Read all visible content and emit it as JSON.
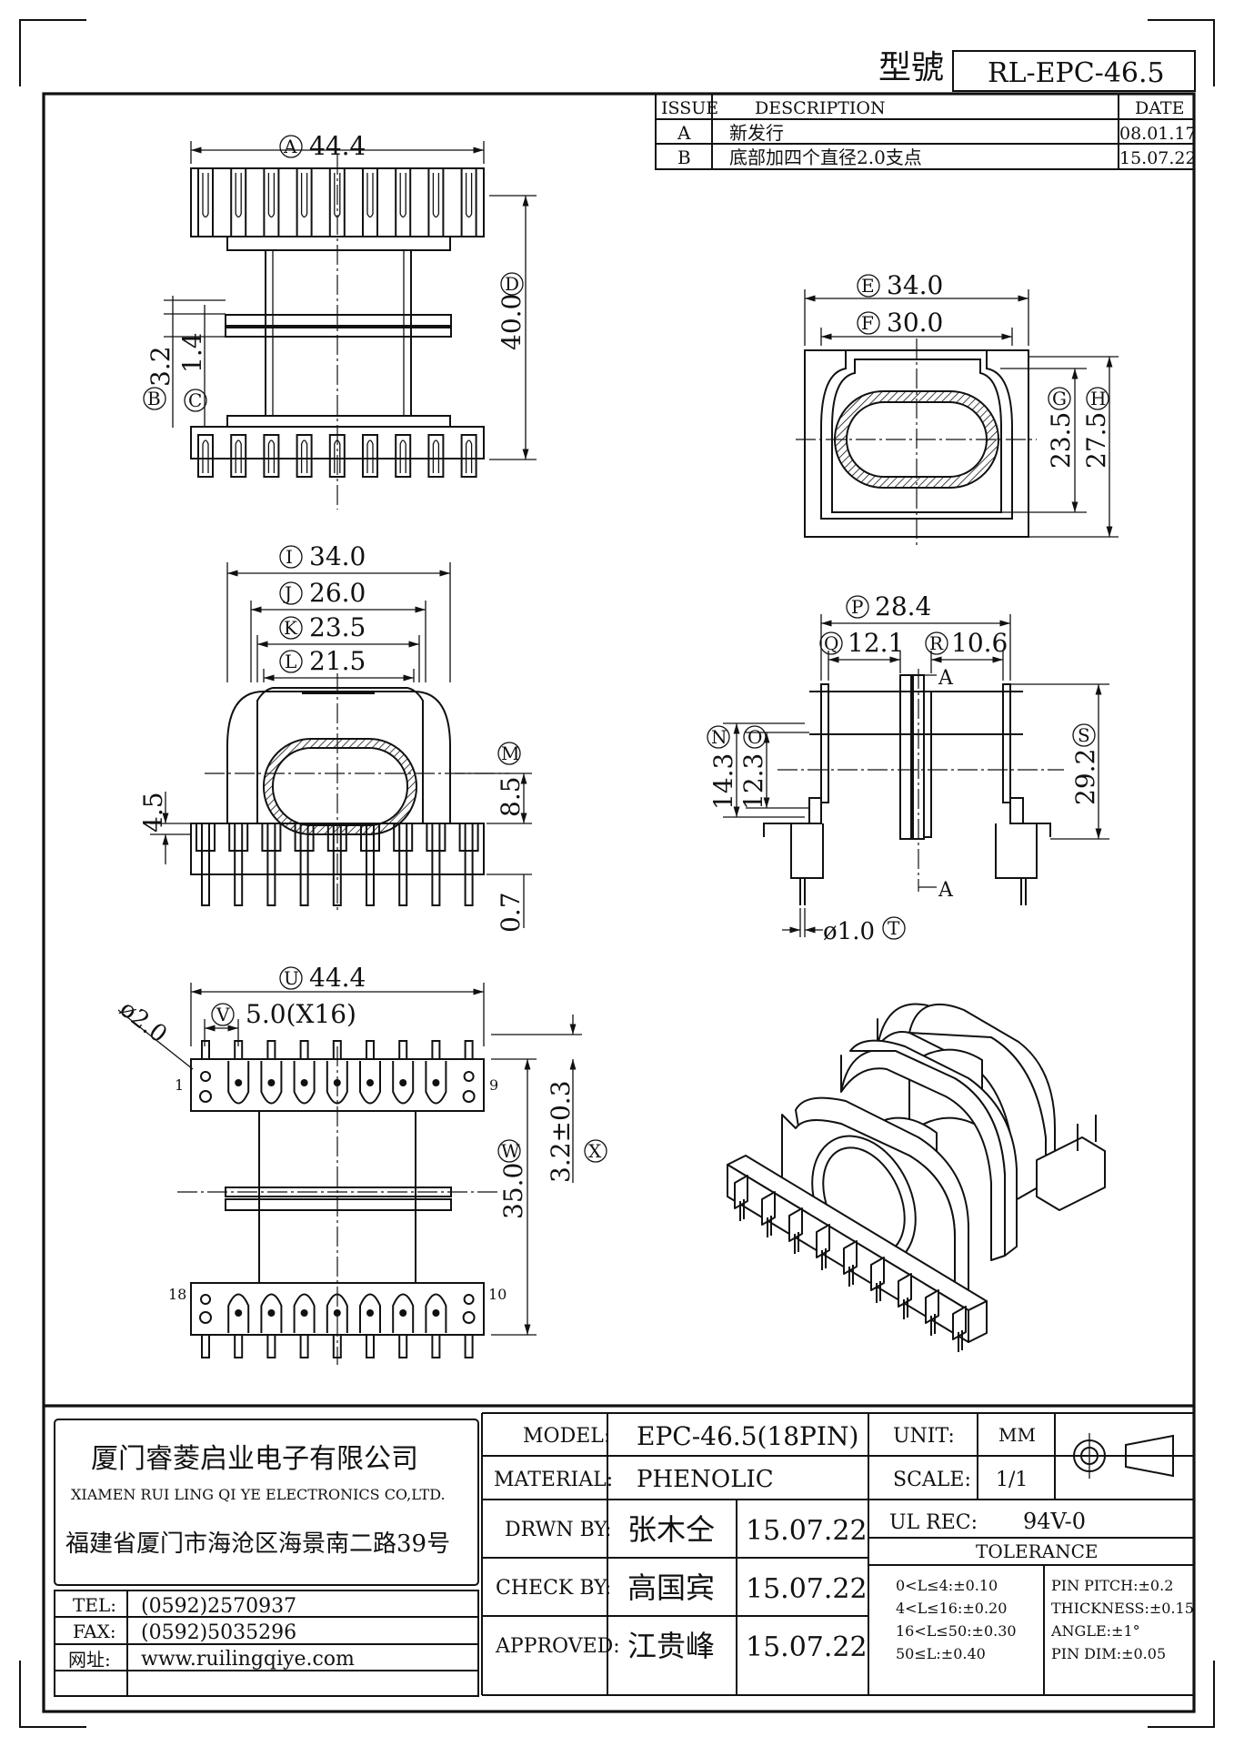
{
  "header": {
    "model_label": "型號",
    "model_value": "RL-EPC-46.5"
  },
  "revision": {
    "headers": [
      "ISSUE",
      "DESCRIPTION",
      "DATE"
    ],
    "rows": [
      {
        "issue": "A",
        "desc": "新发行",
        "date": "08.01.17"
      },
      {
        "issue": "B",
        "desc": "底部加四个直径2.0支点",
        "date": "15.07.22"
      }
    ]
  },
  "dims": {
    "A": {
      "letter": "A",
      "value": "44.4"
    },
    "B": {
      "letter": "B",
      "value": "3.2"
    },
    "C": {
      "letter": "C",
      "value": "1.4"
    },
    "D": {
      "letter": "D",
      "value": "40.0"
    },
    "E": {
      "letter": "E",
      "value": "34.0"
    },
    "F": {
      "letter": "F",
      "value": "30.0"
    },
    "G": {
      "letter": "G",
      "value": "23.5"
    },
    "H": {
      "letter": "H",
      "value": "27.5"
    },
    "I": {
      "letter": "I",
      "value": "34.0"
    },
    "J": {
      "letter": "J",
      "value": "26.0"
    },
    "K": {
      "letter": "K",
      "value": "23.5"
    },
    "L": {
      "letter": "L",
      "value": "21.5"
    },
    "M": {
      "letter": "M",
      "value": "8.5"
    },
    "M2": {
      "value": "0.7"
    },
    "left45": {
      "value": "4.5"
    },
    "N": {
      "letter": "N",
      "value": "14.3"
    },
    "O": {
      "letter": "O",
      "value": "12.3"
    },
    "P": {
      "letter": "P",
      "value": "28.4"
    },
    "Q": {
      "letter": "Q",
      "value": "12.1"
    },
    "R": {
      "letter": "R",
      "value": "10.6"
    },
    "S": {
      "letter": "S",
      "value": "29.2"
    },
    "T": {
      "letter": "T",
      "value": "ø1.0"
    },
    "U": {
      "letter": "U",
      "value": "44.4"
    },
    "V": {
      "letter": "V",
      "value": "5.0(X16)"
    },
    "W": {
      "letter": "W",
      "value": "35.0"
    },
    "X": {
      "letter": "X",
      "value": "3.2±0.3"
    },
    "phi2": {
      "value": "ø2.0"
    },
    "section": "A"
  },
  "pins": {
    "p1": "1",
    "p9": "9",
    "p10": "10",
    "p18": "18"
  },
  "titleblock": {
    "company_cn": "厦门睿菱启业电子有限公司",
    "company_en": "XIAMEN RUI LING QI YE ELECTRONICS CO,LTD.",
    "address": "福建省厦门市海沧区海景南二路39号",
    "tel_label": "TEL:",
    "tel": "(0592)2570937",
    "fax_label": "FAX:",
    "fax": "(0592)5035296",
    "web_label": "网址:",
    "web": "www.ruilingqiye.com",
    "model_label": "MODEL:",
    "model": "EPC-46.5(18PIN)",
    "material_label": "MATERIAL:",
    "material": "PHENOLIC",
    "drwn_label": "DRWN BY:",
    "drwn_name": "张木仝",
    "drwn_date": "15.07.22",
    "check_label": "CHECK BY:",
    "check_name": "高国宾",
    "check_date": "15.07.22",
    "approved_label": "APPROVED:",
    "approved_name": "江贵峰",
    "approved_date": "15.07.22",
    "unit_label": "UNIT:",
    "unit": "MM",
    "scale_label": "SCALE:",
    "scale": "1/1",
    "ul_label": "UL REC:",
    "ul": "94V-0",
    "tolerance_label": "TOLERANCE",
    "tol_left": [
      "0<L≤4:±0.10",
      "4<L≤16:±0.20",
      "16<L≤50:±0.30",
      "50≤L:±0.40"
    ],
    "tol_right": [
      "PIN PITCH:±0.2",
      "THICKNESS:±0.15",
      "ANGLE:±1°",
      "PIN DIM:±0.05"
    ]
  }
}
